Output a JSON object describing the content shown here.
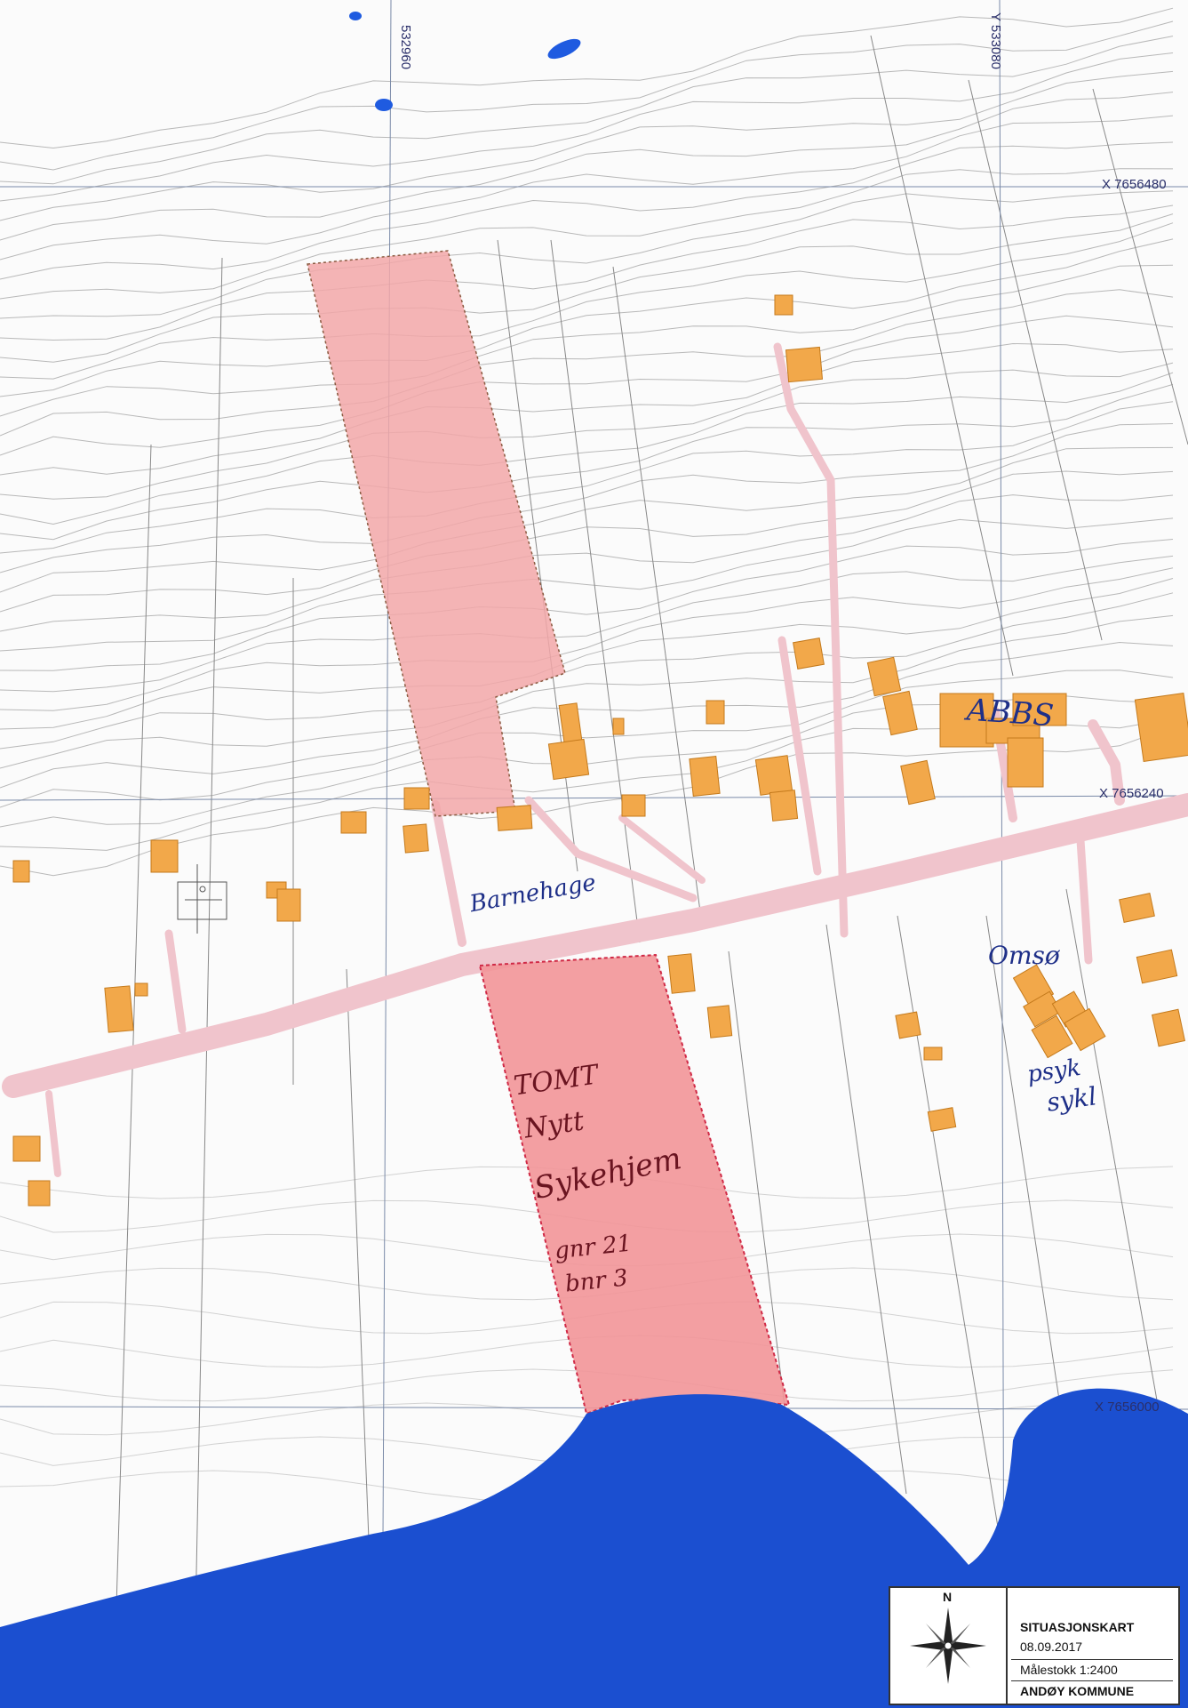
{
  "coordinates": {
    "y_top": "Y 533080",
    "x_north": "X 7656480",
    "x_middle": "X 7656240",
    "x_bottom": "X 7656000",
    "y_left": "532960"
  },
  "annotations": {
    "barnehage": "Barnehage",
    "abbs": "ABBS",
    "omsorg": "Omsø",
    "psyk1": "psyk",
    "psyk2": "sykl",
    "tomt1": "TOMT",
    "tomt2": "Nytt",
    "tomt3": "Sykehjem",
    "gnr": "gnr 21",
    "bnr": "bnr 3"
  },
  "legend": {
    "north": "N",
    "title": "SITUASJONSKART",
    "date": "08.09.2017",
    "scale": "Målestokk 1:2400",
    "municipality": "ANDØY KOMMUNE"
  },
  "colors": {
    "sea": "#1b4fd0",
    "plot": "#f2a7a8",
    "building": "#f2a84a",
    "road": "#f0c4cc",
    "pen": "#1e2f88"
  }
}
